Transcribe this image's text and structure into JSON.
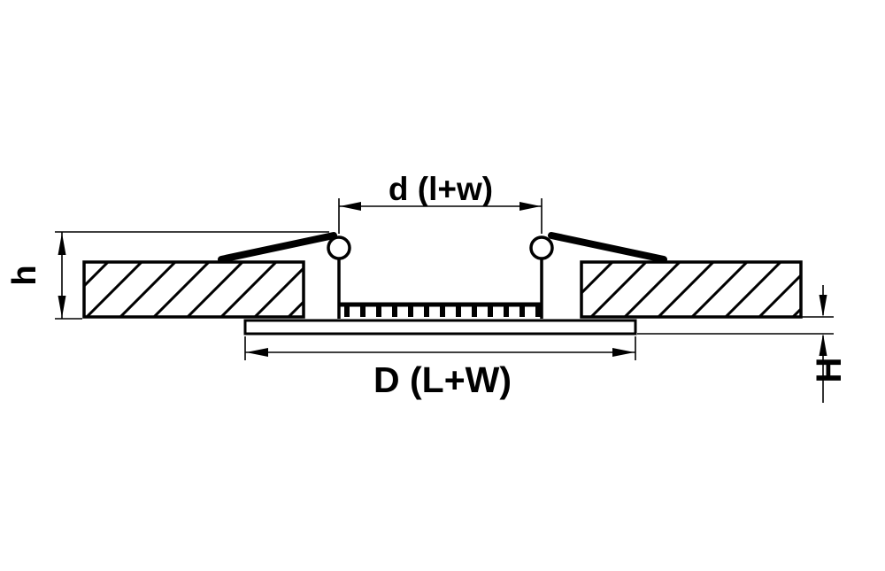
{
  "diagram": {
    "labels": {
      "top_dimension": "d (l+w)",
      "bottom_dimension": "D (L+W)",
      "left_dimension": "h",
      "right_dimension": "H"
    },
    "colors": {
      "line": "#000000",
      "background": "#ffffff"
    }
  }
}
